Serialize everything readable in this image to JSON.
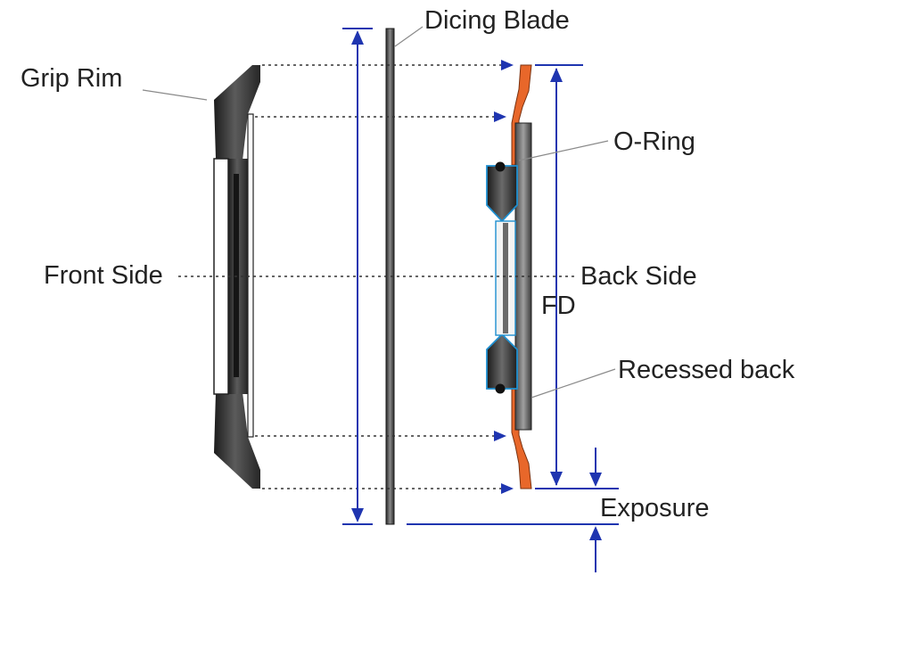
{
  "labels": {
    "dicing_blade": "Dicing Blade",
    "grip_rim": "Grip Rim",
    "o_ring": "O-Ring",
    "front_side": "Front Side",
    "back_side": "Back Side",
    "fd": "FD",
    "recessed_back": "Recessed back",
    "exposure": "Exposure"
  },
  "colors": {
    "dimension": "#1f35b0",
    "flange_dark": "#2f2f2f",
    "flange_back": "#e8672a",
    "o_ring_outline": "#1e8fd0",
    "text": "#222222"
  }
}
